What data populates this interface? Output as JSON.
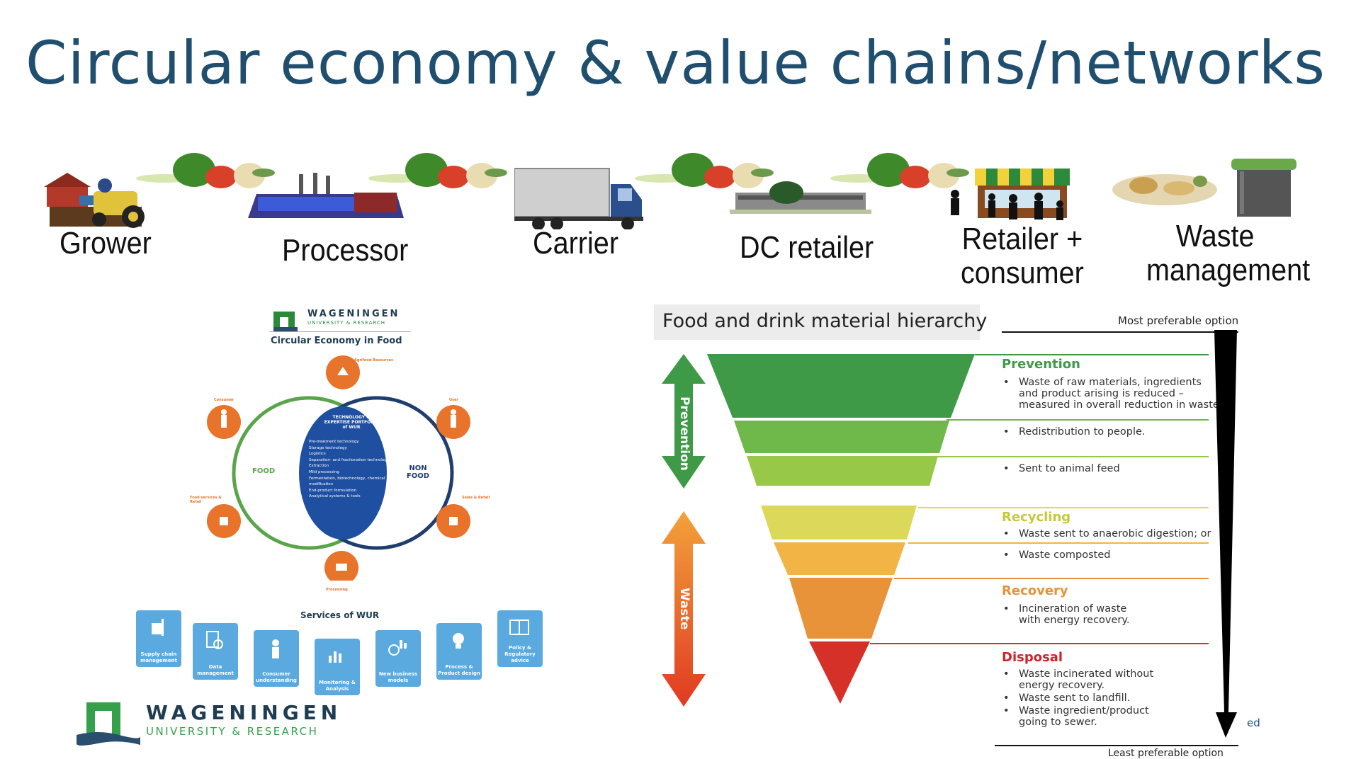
{
  "title": "Circular economy & value chains/networks",
  "chain": [
    {
      "label": "Grower"
    },
    {
      "label": "Processor"
    },
    {
      "label": "Carrier"
    },
    {
      "label": "DC retailer"
    },
    {
      "label_line1": "Retailer +",
      "label_line2": "consumer"
    },
    {
      "label_line1": "Waste",
      "label_line2": "management"
    }
  ],
  "wur_diagram": {
    "logo_line1": "WAGENINGEN",
    "logo_line2": "UNIVERSITY & RESEARCH",
    "subtitle": "Circular Economy in Food",
    "center_title": "TECHNOLOGY & EXPERTISE PORTFOLIO of WUR",
    "center_items": [
      "Pre-treatment technology",
      "Storage technology",
      "Logistics",
      "Separation- and fractionation technology",
      "Extraction",
      "Mild processing",
      "Fermentation, biotechnology, chemical modification",
      "End-product formulation",
      "Analytical systems & tools"
    ],
    "food_label": "FOOD",
    "nonfood_label": "NON FOOD",
    "nodes": {
      "agrifood": "Agrifood Resources",
      "consumer": "Consumer",
      "user": "User",
      "food_services": "Food services & Retail",
      "sales": "Sales & Retail",
      "processing": "Processing"
    },
    "services_title": "Services of WUR",
    "services": [
      "Supply chain management",
      "Data management",
      "Consumer understanding",
      "Monitoring & Analysis",
      "New business models",
      "Process & Product design",
      "Policy & Regulatory advice"
    ]
  },
  "wur_logo": {
    "line1": "WAGENINGEN",
    "line2": "UNIVERSITY & RESEARCH"
  },
  "hierarchy": {
    "title": "Food and drink material hierarchy",
    "most_preferable": "Most preferable option",
    "least_preferable": "Least preferable option",
    "arrow_prevention": "Prevention",
    "arrow_waste": "Waste",
    "cut_text": "ed",
    "sections": [
      {
        "heading": "Prevention",
        "color": "#3f9a47",
        "bullets": [
          "Waste of raw materials, ingredients",
          "and product arising is reduced –",
          "measured in overall reduction in waste."
        ]
      },
      {
        "bullets": [
          "Redistribution to people."
        ]
      },
      {
        "bullets": [
          "Sent to animal feed"
        ]
      },
      {
        "heading": "Recycling",
        "color": "#d9d84a",
        "bullets": [
          "Waste sent to anaerobic digestion; or"
        ]
      },
      {
        "bullets": [
          "Waste composted"
        ]
      },
      {
        "heading": "Recovery",
        "color": "#e8923a",
        "bullets": [
          "Incineration of waste",
          "with energy recovery."
        ]
      },
      {
        "heading": "Disposal",
        "color": "#c8262a",
        "bullets": [
          "Waste incinerated without",
          "energy recovery.",
          "Waste sent to landfill.",
          "Waste ingredient/product",
          "going to sewer."
        ]
      }
    ]
  }
}
